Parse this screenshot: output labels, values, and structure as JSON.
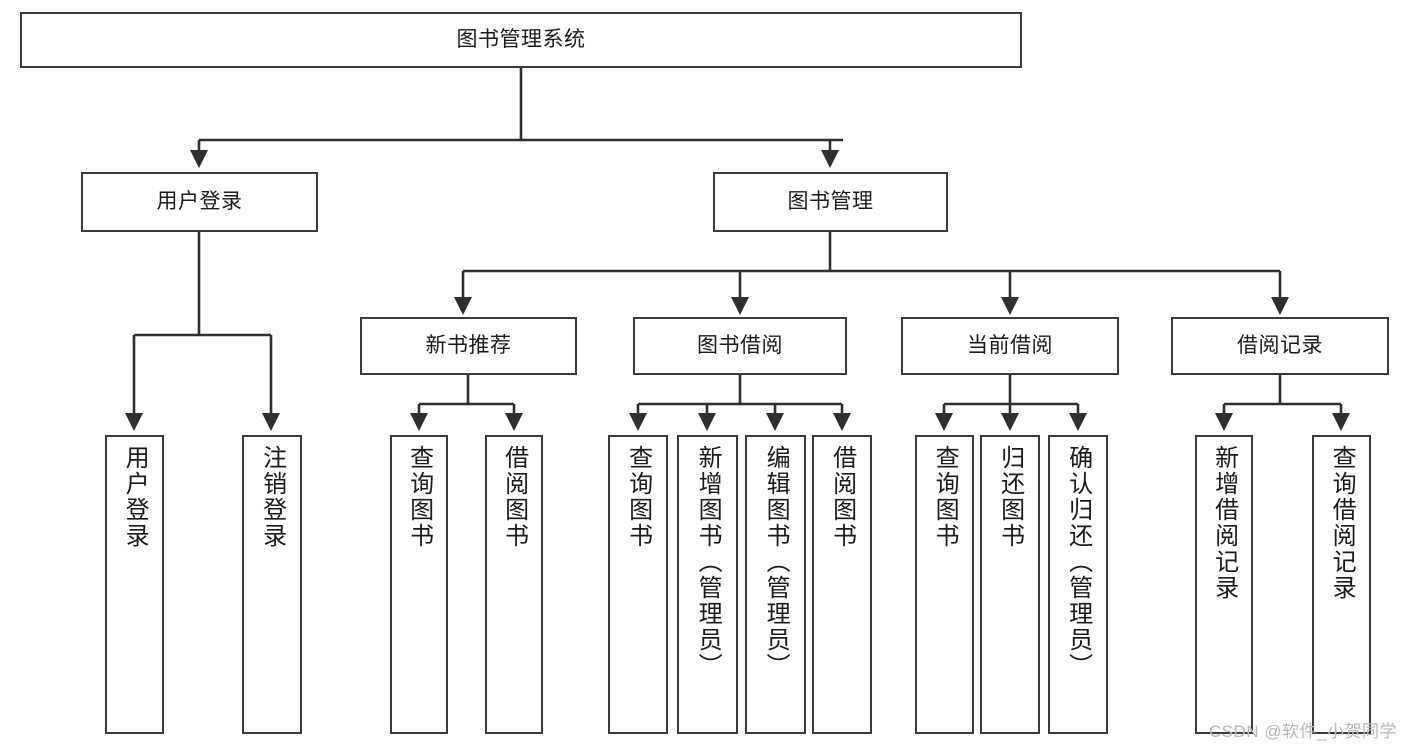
{
  "diagram": {
    "title": "图书管理系统",
    "type": "hierarchy-tree",
    "root": {
      "label": "图书管理系统"
    },
    "level2": [
      {
        "label": "用户登录"
      },
      {
        "label": "图书管理"
      }
    ],
    "level3": [
      {
        "label": "新书推荐"
      },
      {
        "label": "图书借阅"
      },
      {
        "label": "当前借阅"
      },
      {
        "label": "借阅记录"
      }
    ],
    "leaves": {
      "user_login": [
        {
          "label": "用户登录"
        },
        {
          "label": "注销登录"
        }
      ],
      "new_book_recommend": [
        {
          "label": "查询图书"
        },
        {
          "label": "借阅图书"
        }
      ],
      "book_borrow": [
        {
          "label": "查询图书"
        },
        {
          "label": "新增图书（管理员）"
        },
        {
          "label": "编辑图书（管理员）"
        },
        {
          "label": "借阅图书"
        }
      ],
      "current_borrow": [
        {
          "label": "查询图书"
        },
        {
          "label": "归还图书"
        },
        {
          "label": "确认归还（管理员）"
        }
      ],
      "borrow_record": [
        {
          "label": "新增借阅记录"
        },
        {
          "label": "查询借阅记录"
        }
      ]
    }
  },
  "watermark": {
    "text": "CSDN @软件_小贺同学"
  },
  "colors": {
    "stroke": "#3b3b3b",
    "background": "#ffffff",
    "text": "#1b1b1b",
    "watermark": "#b9b9b9"
  }
}
